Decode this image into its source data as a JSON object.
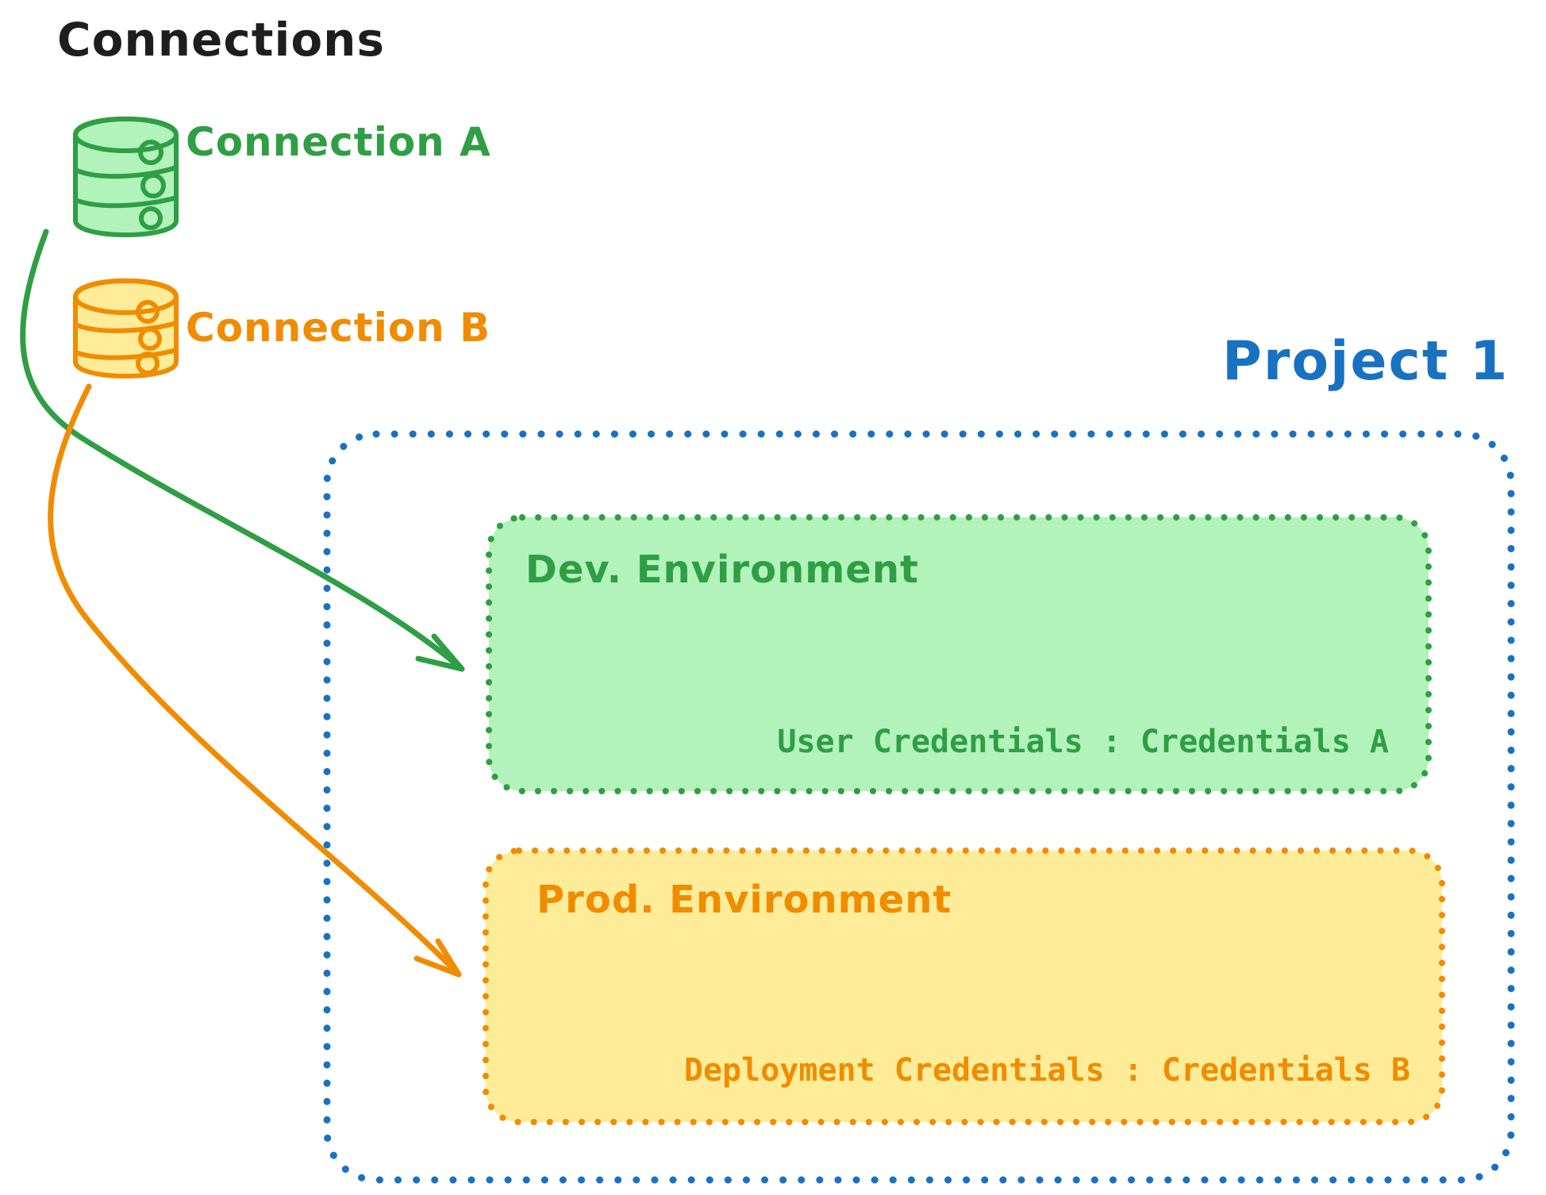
{
  "connections_panel": {
    "title": "Connections",
    "items": [
      {
        "label": "Connection A",
        "icon": "database-icon",
        "color": "#2f9e44",
        "fill": "#b2f2bb"
      },
      {
        "label": "Connection B",
        "icon": "database-icon",
        "color": "#f08c00",
        "fill": "#ffec99"
      }
    ]
  },
  "project": {
    "title": "Project 1",
    "border_color": "#1971c2",
    "environments": [
      {
        "name": "Dev. Environment",
        "credentials": "User Credentials : Credentials A",
        "color": "#2f9e44",
        "fill": "#b2f2bb",
        "linked_connection": "Connection A"
      },
      {
        "name": "Prod. Environment",
        "credentials": "Deployment Credentials : Credentials B",
        "color": "#f08c00",
        "fill": "#ffec99",
        "linked_connection": "Connection B"
      }
    ]
  },
  "colors": {
    "text": "#1e1e1e",
    "green_stroke": "#2f9e44",
    "green_fill": "#b2f2bb",
    "orange_stroke": "#f08c00",
    "orange_fill": "#ffec99",
    "blue": "#1971c2"
  }
}
